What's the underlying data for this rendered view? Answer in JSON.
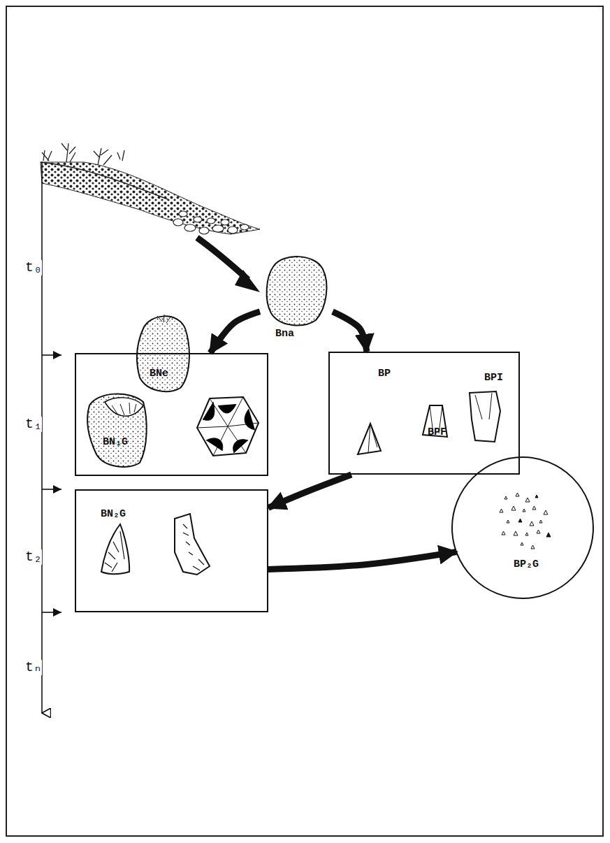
{
  "diagram": {
    "nodes": [
      {
        "text": [
          "Bna"
        ]
      },
      {
        "text": [
          "BNe",
          "BN₁G"
        ]
      },
      {
        "text": [
          "BP",
          "BPI",
          "BPF"
        ]
      },
      {
        "text": [
          "BN₂G"
        ]
      },
      {
        "text": [
          "BP₂G"
        ]
      }
    ],
    "edges": [
      {
        "from": 0,
        "to": 1,
        "arrow": "to"
      },
      {
        "from": 0,
        "to": 2,
        "arrow": "to"
      },
      {
        "from": 2,
        "to": 3,
        "arrow": "to"
      },
      {
        "from": 3,
        "to": 4,
        "arrow": "to"
      }
    ],
    "labels": [
      "t₀",
      "t₁",
      "t₂",
      "tₙ"
    ]
  }
}
